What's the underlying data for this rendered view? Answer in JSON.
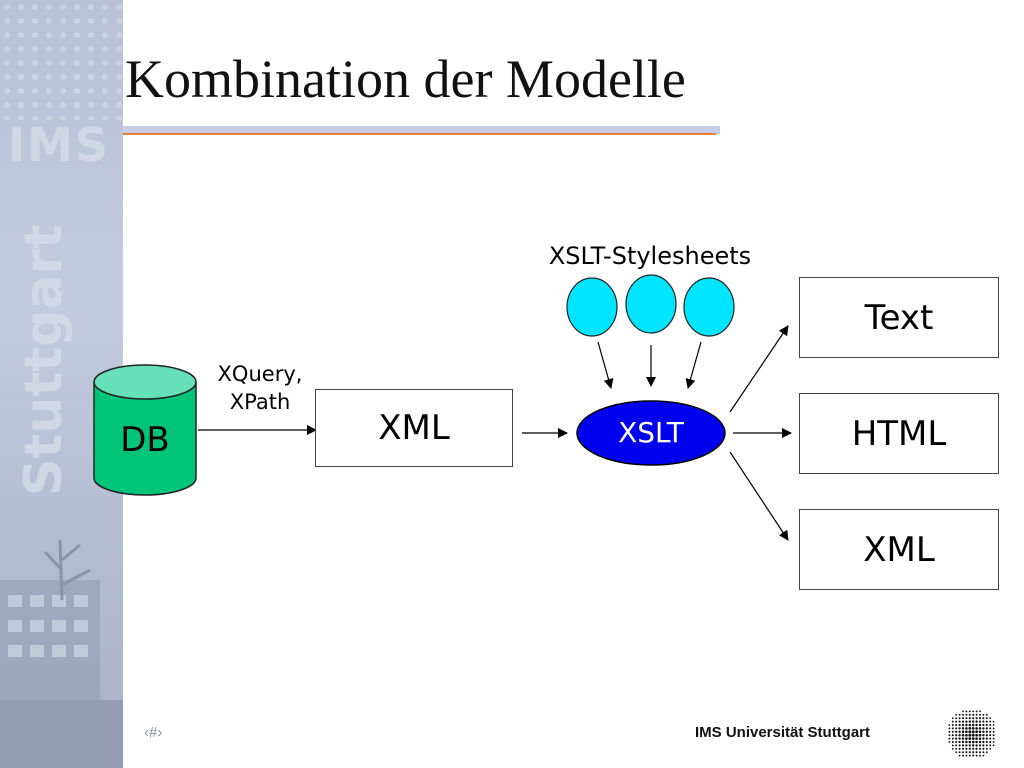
{
  "slide": {
    "title": "Kombination der Modelle"
  },
  "sidebar": {
    "watermark_ims": "IMS",
    "watermark_city": "Stuttgart"
  },
  "diagram": {
    "db_label": "DB",
    "query_label_line1": "XQuery,",
    "query_label_line2": "XPath",
    "xml_source_label": "XML",
    "stylesheets_label": "XSLT-Stylesheets",
    "xslt_label": "XSLT",
    "outputs": [
      "Text",
      "HTML",
      "XML"
    ],
    "colors": {
      "db_fill": "#00c47a",
      "db_top": "#66e0b8",
      "stylesheet_fill": "#00e5ff",
      "xslt_fill": "#0000ee"
    }
  },
  "footer": {
    "page_marker": "‹#›",
    "university": "IMS Universität Stuttgart"
  }
}
